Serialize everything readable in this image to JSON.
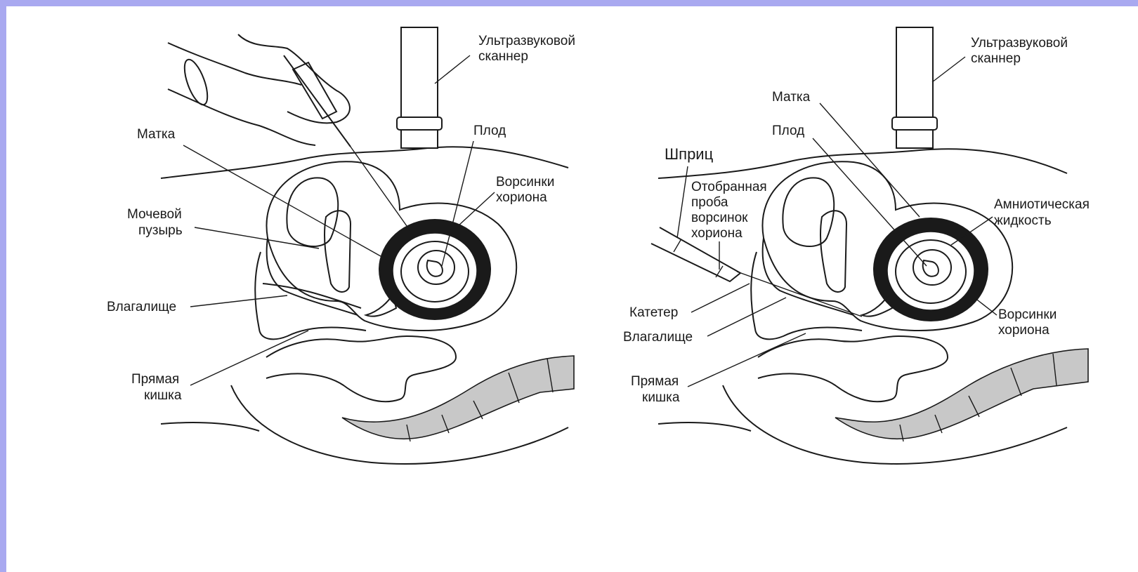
{
  "colors": {
    "frame": "#a9a9f0",
    "panel": "#ffffff",
    "ink": "#1a1a1a",
    "rectum_fill": "#c8c8c8"
  },
  "left": {
    "labels": {
      "scanner": [
        "Ультразвуковой",
        "сканнер"
      ],
      "uterus": [
        "Матка"
      ],
      "fetus": [
        "Плод"
      ],
      "chorionic_villi": [
        "Ворсинки",
        "хориона"
      ],
      "bladder": [
        "Мочевой",
        "пузырь"
      ],
      "vagina": [
        "Влагалище"
      ],
      "rectum": [
        "Прямая",
        "кишка"
      ]
    }
  },
  "right": {
    "labels": {
      "scanner": [
        "Ультразвуковой",
        "сканнер"
      ],
      "uterus": [
        "Матка"
      ],
      "fetus": [
        "Плод"
      ],
      "syringe": [
        "Шприц"
      ],
      "sample": [
        "Отобранная",
        "проба",
        "ворсинок",
        "хориона"
      ],
      "amniotic": [
        "Амниотическая",
        "жидкость"
      ],
      "catheter": [
        "Катетер"
      ],
      "vagina": [
        "Влагалище"
      ],
      "chorionic_villi": [
        "Ворсинки",
        "хориона"
      ],
      "rectum": [
        "Прямая",
        "кишка"
      ]
    }
  }
}
